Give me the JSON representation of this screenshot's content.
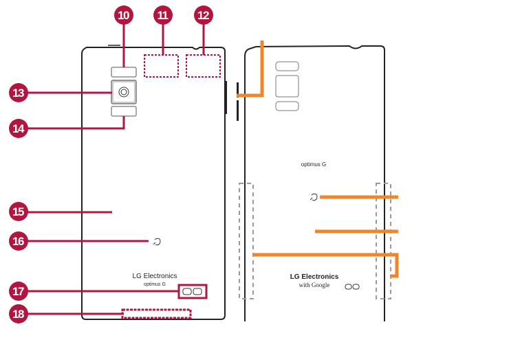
{
  "colors": {
    "callout": "#b0163f",
    "highlight": "#f0862a",
    "outline": "#222222",
    "dashed_gray": "#9a9a9a"
  },
  "callouts": [
    {
      "number": "10"
    },
    {
      "number": "11"
    },
    {
      "number": "12"
    },
    {
      "number": "13"
    },
    {
      "number": "14"
    },
    {
      "number": "15"
    },
    {
      "number": "16"
    },
    {
      "number": "17"
    },
    {
      "number": "18"
    }
  ],
  "left_phone": {
    "brand": "LG Electronics",
    "model": "optimus G",
    "icons": [
      "camera-icon",
      "nfc-icon",
      "connector-icon"
    ]
  },
  "right_phone": {
    "model": "optimus G",
    "brand": "LG Electronics",
    "with_google": "with Google",
    "icons": [
      "camera-icon",
      "nfc-icon",
      "connector-icon"
    ]
  }
}
